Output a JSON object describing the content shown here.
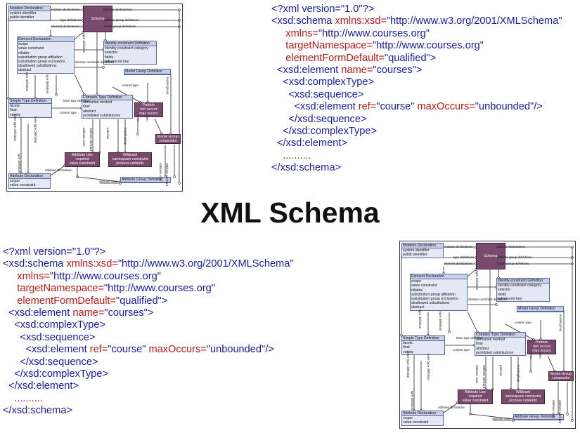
{
  "title": "XML Schema",
  "code": {
    "line1": "<?xml version=\"1.0\"?>",
    "line2_tag": "<xsd:schema ",
    "line2_attr": "xmlns:xsd=",
    "line2_val": "\"http://www.w3.org/2001/XMLSchema\"",
    "line3_attr": "xmlns=",
    "line3_val": "\"http://www.courses.org\"",
    "line4_attr": "targetNamespace=",
    "line4_val": "\"http://www.courses.org\"",
    "line5_attr": "elementFormDefault=",
    "line5_val": "\"qualified\"",
    "line5_end": ">",
    "line6_tag": "<xsd:element ",
    "line6_attr": "name=",
    "line6_val": "\"courses\"",
    "line6_end": ">",
    "line7": "<xsd:complexType>",
    "line8": "<xsd:sequence>",
    "line9_tag": "<xsd:element ",
    "line9_attr1": "ref=",
    "line9_val1": "\"course\" ",
    "line9_attr2": "maxOccurs=",
    "line9_val2": "\"unbounded\"",
    "line9_end": "/>",
    "line10": "</xsd:sequence>",
    "line11": "</xsd:complexType>",
    "line12": "</xsd:element>",
    "line13": "..........",
    "line14": "</xsd:schema>"
  },
  "diagram": {
    "schema": "Schema",
    "notation": {
      "head": "Notation Declaration",
      "lines": [
        "system identifier",
        "public identifier"
      ]
    },
    "element": {
      "head": "Element Declaration",
      "lines": [
        "scope",
        "value constraint",
        "nillable",
        "substitution group affiliation",
        "substitution group exclusions",
        "disallowed substitutions",
        "abstract"
      ]
    },
    "identity": {
      "head": "Identity-constraint Definition",
      "lines": [
        "identity-constraint category",
        "selector",
        "fields",
        "referenced key"
      ]
    },
    "modelgroupdef": {
      "head": "Model Group Definition"
    },
    "simpletype": {
      "head": "Simple Type Definition",
      "lines": [
        "facets",
        "final",
        "variety"
      ]
    },
    "complextype": {
      "head": "Complex Type Definition",
      "lines": [
        "derivation method",
        "final",
        "abstract",
        "prohibited substitutions"
      ]
    },
    "particle": {
      "lines": [
        "Particle",
        "min occurs",
        "max occurs"
      ]
    },
    "modelgroup": {
      "lines": [
        "Model Group",
        "compositor"
      ]
    },
    "attributeuse": {
      "lines": [
        "Attribute Use",
        "required",
        "value constraint"
      ]
    },
    "wildcard": {
      "lines": [
        "Wildcard",
        "namespace constraint",
        "process contents"
      ]
    },
    "attributedecl": {
      "head": "Attribute Declaration",
      "lines": [
        "scope",
        "value constraint"
      ]
    },
    "attrgroupdef": {
      "head": "Attribute Group Definition"
    },
    "labels": {
      "notation_declarations": "notation declarations",
      "attribute_declarations": "attribute declarations",
      "type_definitions": "type definitions",
      "attribute_group_definitions": "attribute group definitions",
      "element_declarations": "element declarations",
      "model_group_definitions": "model group definitions",
      "identity_constraint_definitions": "identity-constraint definitions",
      "type_definition": "type definition",
      "type_definition_2": "type definition",
      "base_type_definition": "base type definition",
      "content_type": "content type",
      "content_type_2": "content type",
      "type_definition_3": "type definition",
      "attribute_declaration": "attribute declaration",
      "attribute_uses": "attribute uses",
      "base_type_definition_2": "base type definition",
      "attribute_uses_2": "attribute uses",
      "attribute_wildcard": "attribute wildcard",
      "term": "term",
      "particles": "particles",
      "model_group": "model group",
      "term_2": "term",
      "attribute_uses_3": "attribute uses",
      "attribute_wildcard_2": "attribute wildcard",
      "type_definition_4": "type definition",
      "model_group_2": "model group"
    }
  }
}
